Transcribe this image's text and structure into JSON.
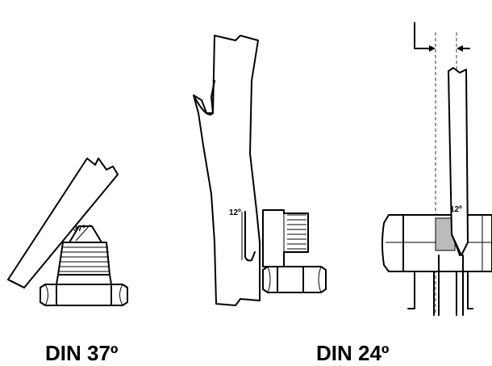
{
  "figures": [
    {
      "angle_label": "37º",
      "caption": "DIN 37º"
    },
    {
      "angle_label": "12º",
      "caption": "DIN 24º"
    },
    {
      "angle_label": "12º"
    }
  ],
  "colors": {
    "ink": "#000000",
    "background": "#ffffff"
  }
}
